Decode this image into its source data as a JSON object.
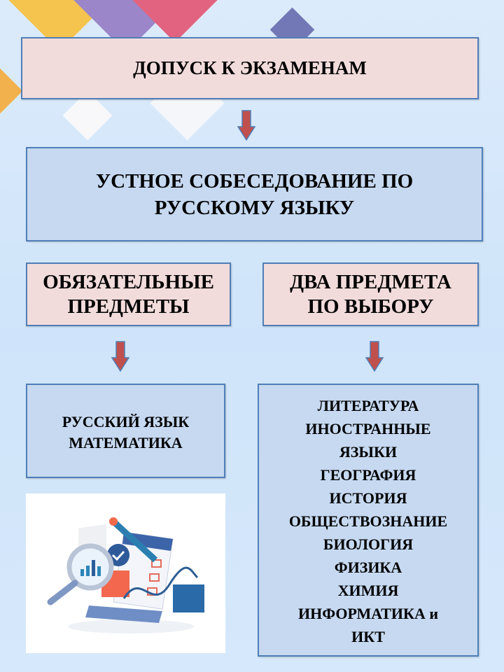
{
  "admission": "ДОПУСК К ЭКЗАМЕНАМ",
  "interview": [
    "УСТНОЕ СОБЕСЕДОВАНИЕ ПО",
    "РУССКОМУ ЯЗЫКУ"
  ],
  "mandatory": {
    "title": [
      "ОБЯЗАТЕЛЬНЫЕ",
      "ПРЕДМЕТЫ"
    ],
    "subjects": [
      "РУССКИЙ ЯЗЫК",
      "МАТЕМАТИКА"
    ]
  },
  "elective": {
    "title": [
      "ДВА ПРЕДМЕТА",
      "ПО ВЫБОРУ"
    ],
    "subjects": [
      "ЛИТЕРАТУРА",
      "ИНОСТРАННЫЕ",
      "ЯЗЫКИ",
      "ГЕОГРАФИЯ",
      "ИСТОРИЯ",
      "ОБЩЕСТВОЗНАНИЕ",
      "БИОЛОГИЯ",
      "ФИЗИКА",
      "ХИМИЯ",
      "ИНФОРМАТИКА и",
      "ИКТ"
    ]
  },
  "colors": {
    "pink": "#f2dcdb",
    "blue": "#c6d9f1",
    "border": "#4f7fb8",
    "arrow": "#c0504d"
  }
}
